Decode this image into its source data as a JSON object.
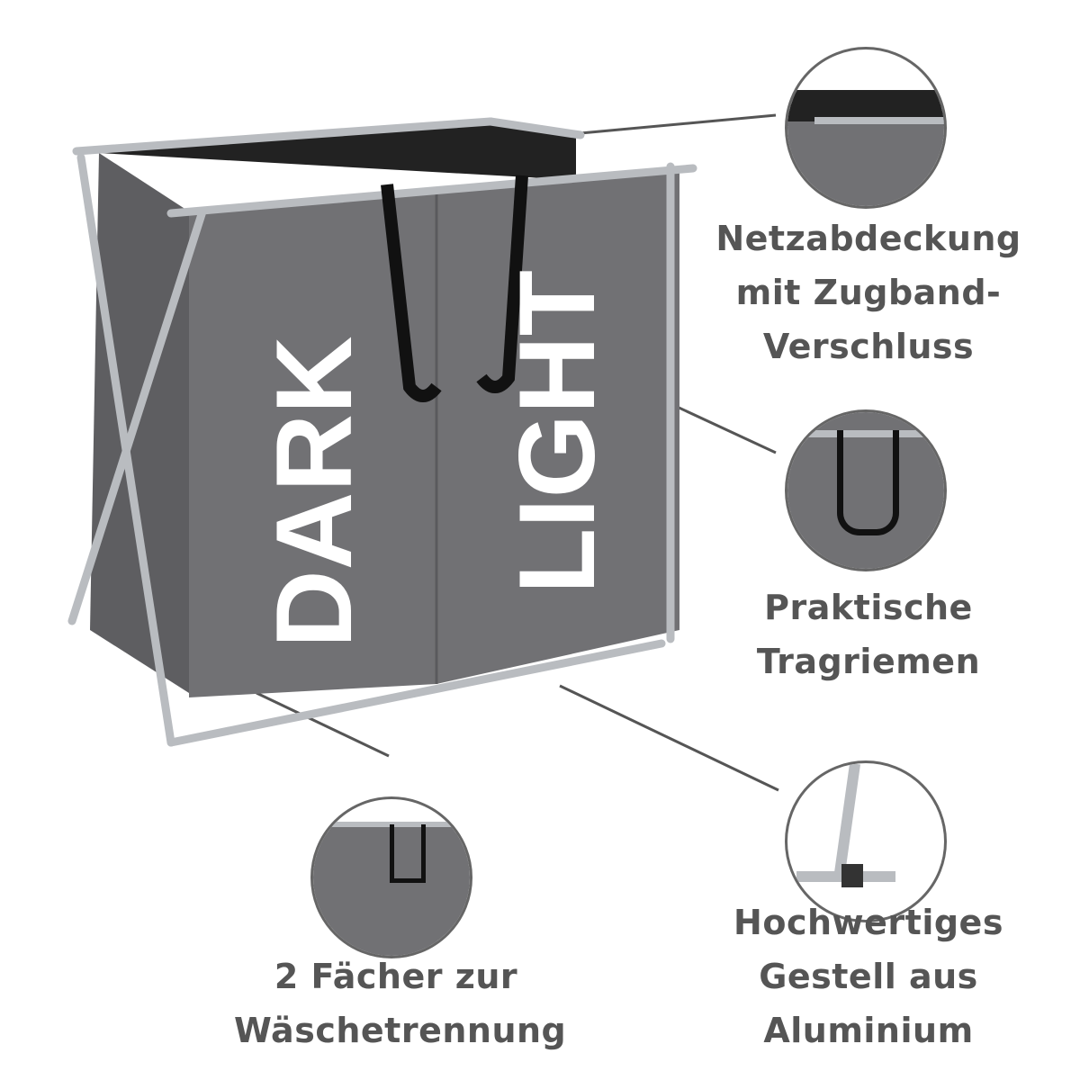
{
  "product": {
    "compartment_left": "DARK",
    "compartment_right": "LIGHT",
    "bag_color": "#717174",
    "frame_color": "#b9bcc0"
  },
  "features": [
    {
      "lines": [
        "Netzabdeckung",
        "mit Zugband-",
        "Verschluss"
      ]
    },
    {
      "lines": [
        "Praktische",
        "Tragriemen"
      ]
    },
    {
      "lines": [
        "Hochwertiges",
        "Gestell aus",
        "Aluminium"
      ]
    },
    {
      "lines": [
        "2 Fächer zur",
        "Wäschetrennung"
      ]
    }
  ],
  "text_color": "#555555"
}
